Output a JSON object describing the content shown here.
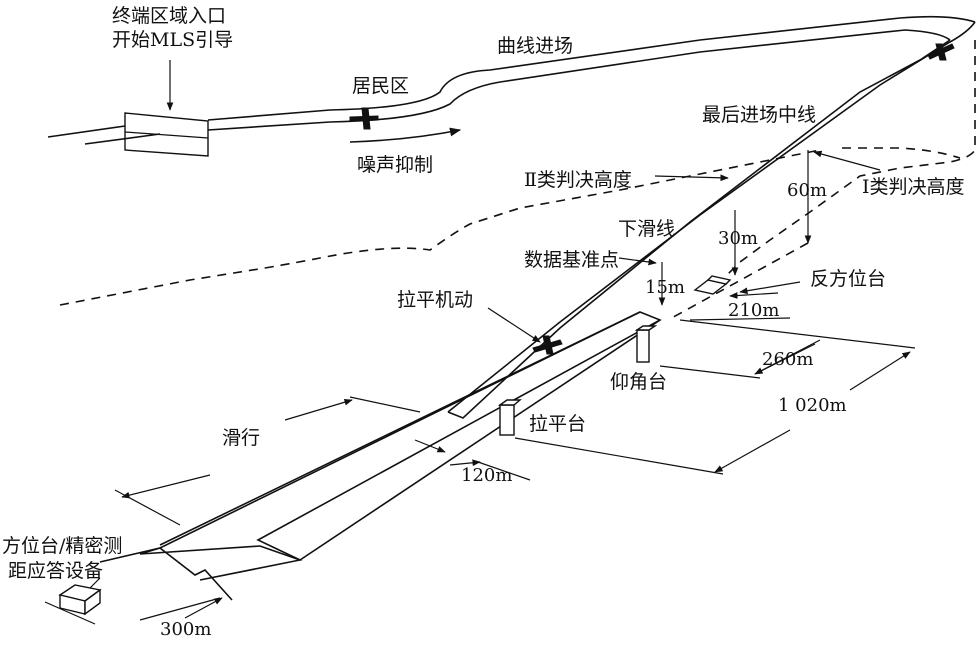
{
  "labels": {
    "terminal_entry_line1": "终端区域入口",
    "terminal_entry_line2": "开始MLS引导",
    "curved_approach": "曲线进场",
    "residential_area": "居民区",
    "noise_abatement": "噪声抑制",
    "final_centerline": "最后进场中线",
    "cat2_dh": "Ⅱ类判决高度",
    "cat1_dh": "Ⅰ类判决高度",
    "glide_path": "下滑线",
    "datum_point": "数据基准点",
    "back_azimuth": "反方位台",
    "flare_maneuver": "拉平机动",
    "elevation_station": "仰角台",
    "flare_station": "拉平台",
    "taxi": "滑行",
    "azimuth_dme_line1": "方位台/精密测",
    "azimuth_dme_line2": "距应答设备"
  },
  "dimensions": {
    "h60": "60m",
    "h30": "30m",
    "h15": "15m",
    "d210": "210m",
    "d260": "260m",
    "d1020": "1 020m",
    "d120": "120m",
    "d300": "300m"
  },
  "colors": {
    "ink": "#111111",
    "background": "#ffffff"
  }
}
